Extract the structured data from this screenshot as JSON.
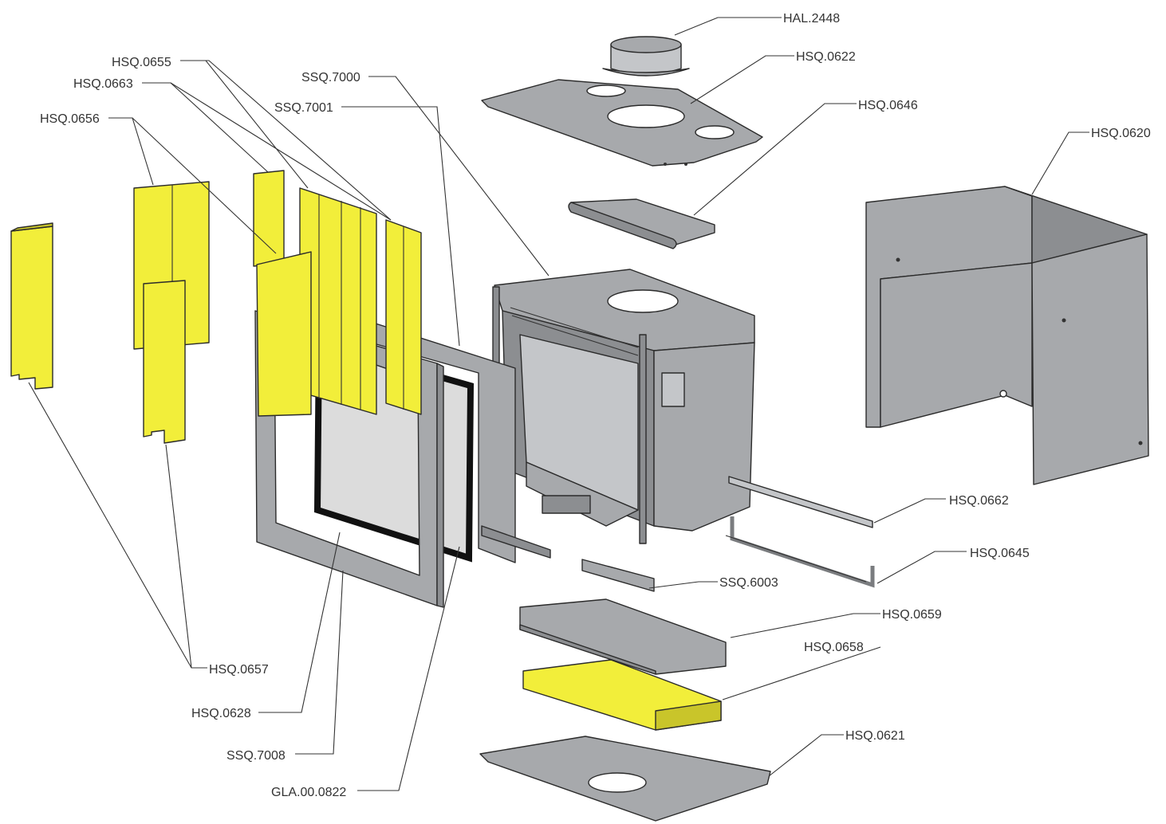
{
  "diagram": {
    "parts": [
      {
        "key": "hal2448",
        "label": "HAL.2448"
      },
      {
        "key": "hsq0622",
        "label": "HSQ.0622"
      },
      {
        "key": "hsq0646",
        "label": "HSQ.0646"
      },
      {
        "key": "hsq0620",
        "label": "HSQ.0620"
      },
      {
        "key": "hsq0655",
        "label": "HSQ.0655"
      },
      {
        "key": "hsq0663",
        "label": "HSQ.0663"
      },
      {
        "key": "hsq0656",
        "label": "HSQ.0656"
      },
      {
        "key": "ssq7000",
        "label": "SSQ.7000"
      },
      {
        "key": "ssq7001",
        "label": "SSQ.7001"
      },
      {
        "key": "hsq0662",
        "label": "HSQ.0662"
      },
      {
        "key": "hsq0645",
        "label": "HSQ.0645"
      },
      {
        "key": "ssq6003",
        "label": "SSQ.6003"
      },
      {
        "key": "hsq0659",
        "label": "HSQ.0659"
      },
      {
        "key": "hsq0658",
        "label": "HSQ.0658"
      },
      {
        "key": "hsq0621",
        "label": "HSQ.0621"
      },
      {
        "key": "hsq0657",
        "label": "HSQ.0657"
      },
      {
        "key": "hsq0628",
        "label": "HSQ.0628"
      },
      {
        "key": "ssq7008",
        "label": "SSQ.7008"
      },
      {
        "key": "gla000822",
        "label": "GLA.00.0822"
      }
    ],
    "colors": {
      "steel": "#a7a9ac",
      "brick": "#f2ee3a",
      "line": "#333333",
      "background": "#ffffff"
    }
  }
}
